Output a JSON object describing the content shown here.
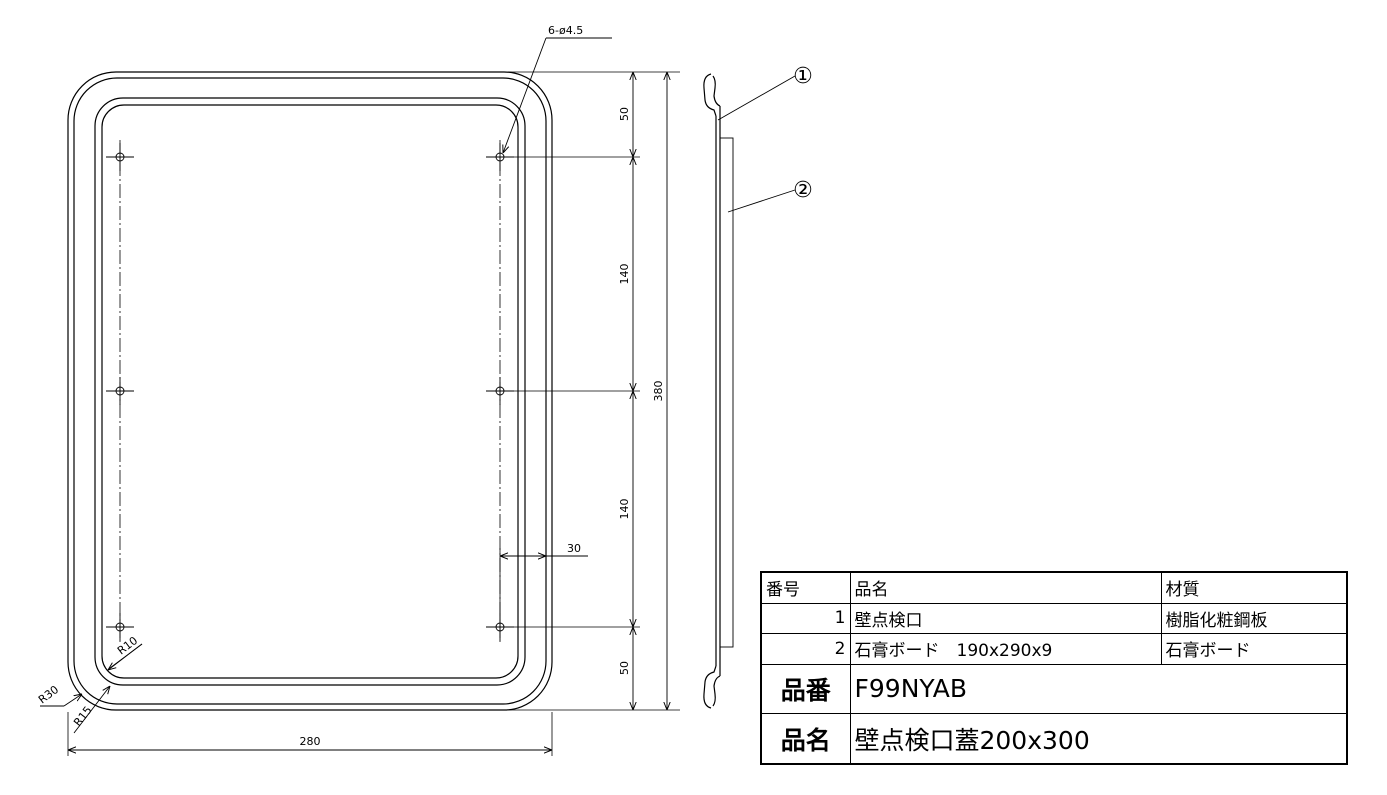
{
  "drawing": {
    "hole_callout": "6-ø4.5",
    "dim_top_v": "50",
    "dim_mid_upper_v": "140",
    "dim_mid_lower_v": "140",
    "dim_bottom_v": "50",
    "dim_total_height": "380",
    "dim_total_width": "280",
    "dim_edge_offset": "30",
    "radius_outer": "R30",
    "radius_mid": "R15",
    "radius_inner": "R10",
    "balloon_1": "①",
    "balloon_2": "②"
  },
  "bom": {
    "header": {
      "no": "番号",
      "name": "品名",
      "material": "材質"
    },
    "rows": [
      {
        "no": "1",
        "name": "壁点検口",
        "material": "樹脂化粧鋼板"
      },
      {
        "no": "2",
        "name": "石膏ボード　190x290x9",
        "material": "石膏ボード"
      }
    ],
    "part_number_label": "品番",
    "part_number": "F99NYAB",
    "product_name_label": "品名",
    "product_name": "壁点検口蓋200x300"
  }
}
